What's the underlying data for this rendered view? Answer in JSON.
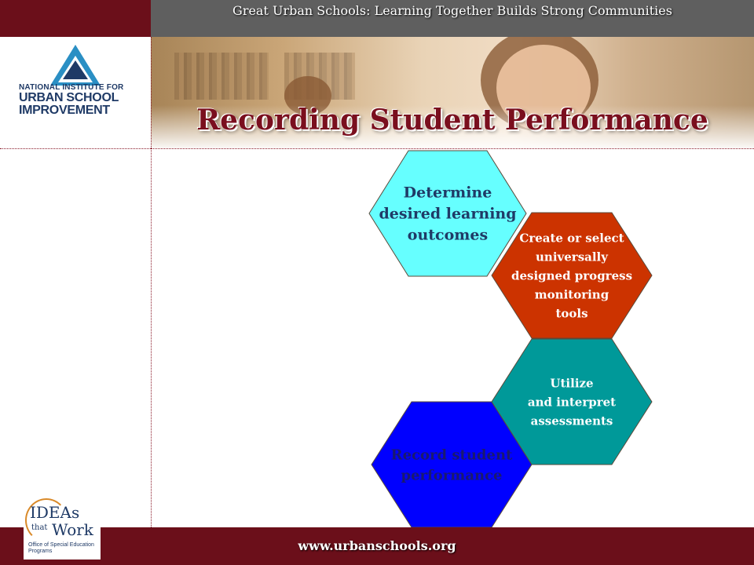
{
  "header": {
    "tagline": "Great Urban Schools: Learning Together Builds Strong Communities"
  },
  "logo": {
    "line1": "NATIONAL INSTITUTE FOR",
    "line2": "URBAN SCHOOL",
    "line3": "IMPROVEMENT"
  },
  "slide": {
    "title": "Recording Student Performance"
  },
  "diagram": {
    "steps": [
      {
        "lines": [
          "Determine",
          "desired learning",
          "outcomes"
        ],
        "fill": "#66ffff",
        "text_color": "#1f3a66"
      },
      {
        "lines": [
          "Create or select",
          "universally",
          "designed progress",
          "monitoring",
          "tools"
        ],
        "fill": "#cc3300",
        "text_color": "#ffffff"
      },
      {
        "lines": [
          "Utilize",
          "and interpret",
          "assessments"
        ],
        "fill": "#009999",
        "text_color": "#ffffff"
      },
      {
        "lines": [
          "Record student",
          "performance"
        ],
        "fill": "#0000ff",
        "text_color": "#1a1a6e"
      }
    ]
  },
  "footer": {
    "url": "www.urbanschools.org",
    "ideas_logo": {
      "word1": "IDEAs",
      "word2": "that",
      "word3": "Work",
      "office": "Office of Special Education Programs"
    }
  },
  "colors": {
    "maroon": "#6b0f1a",
    "title": "#7a0f1e",
    "navy": "#1f3a66"
  }
}
